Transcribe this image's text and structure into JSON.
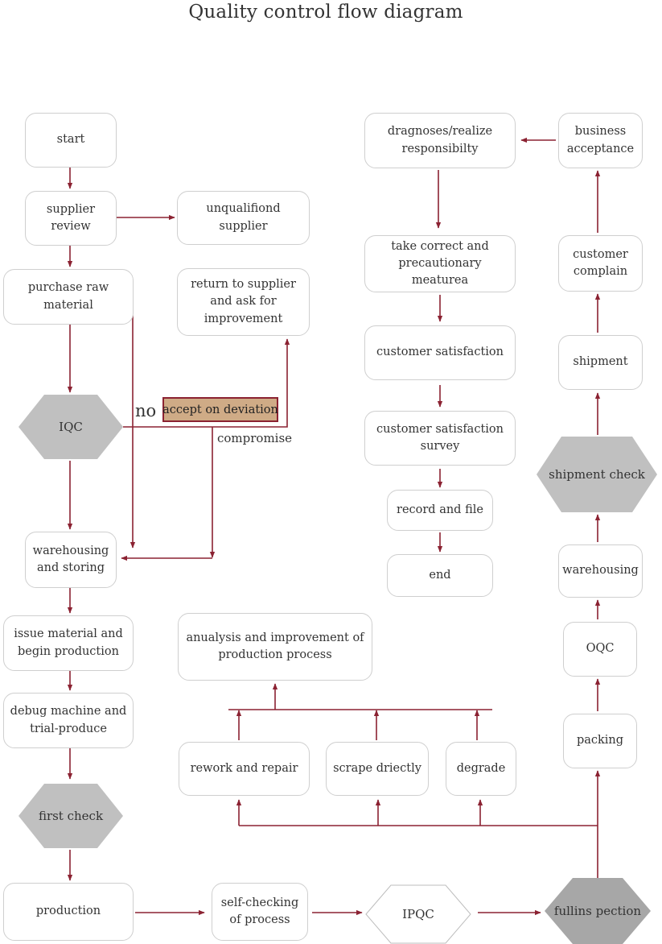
{
  "title": "Quality control flow diagram",
  "nodes": {
    "start": "start",
    "supplier_review": "supplier review",
    "unqualified_supplier": "unqualifiond supplier",
    "purchase_raw_material": "purchase raw material",
    "return_to_supplier": "return to supplier and ask for improvement",
    "iqc": "IQC",
    "accept_on_deviation": "accept on deviation",
    "warehousing_storing": "warehousing and storing",
    "issue_material": "issue material and begin production",
    "debug_machine": "debug machine and trial-produce",
    "first_check": "first check",
    "production": "production",
    "self_checking": "self-checking of process",
    "ipqc": "IPQC",
    "fullins_pection": "fullins pection",
    "rework_repair": "rework and repair",
    "scrape_directly": "scrape driectly",
    "degrade": "degrade",
    "analysis_improvement": "anualysis and improvement of production process",
    "packing": "packing",
    "oqc": "OQC",
    "warehousing": "warehousing",
    "shipment_check": "shipment check",
    "shipment": "shipment",
    "customer_complain": "customer complain",
    "business_acceptance": "business acceptance",
    "diagnoses": "dragnoses/realize responsibilty",
    "take_correct": "take correct and precautionary meaturea",
    "customer_satisfaction": "customer satisfaction",
    "satisfaction_survey": "customer satisfaction survey",
    "record_file": "record and file",
    "end": "end"
  },
  "labels": {
    "no": "no",
    "compromise": "compromise"
  },
  "colors": {
    "arrow": "#8b2232",
    "box_border": "#cfcfcf",
    "decision_fill": "#c0c0c0",
    "deviation_fill": "#cfab86"
  }
}
